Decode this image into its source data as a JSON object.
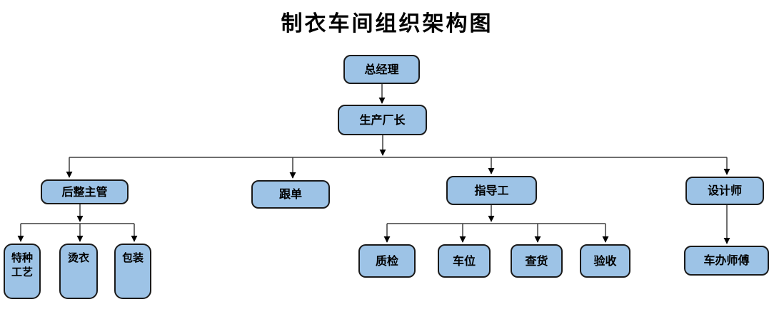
{
  "title": "制衣车间组织架构图",
  "colors": {
    "node_fill": "#9DC3E6",
    "node_border": "#1A1A1A",
    "connector": "#3F3F3F",
    "arrowhead": "#000000",
    "text": "#000000",
    "background": "#FFFFFF"
  },
  "nodes": {
    "general_manager": {
      "label": "总经理"
    },
    "production_director": {
      "label": "生产厂长"
    },
    "finishing_supervisor": {
      "label": "后整主管"
    },
    "merchandiser": {
      "label": "跟单"
    },
    "instructor": {
      "label": "指导工"
    },
    "designer": {
      "label": "设计师"
    },
    "special_craft": {
      "label": "特种工艺"
    },
    "ironing": {
      "label": "烫衣"
    },
    "packaging": {
      "label": "包装"
    },
    "quality_inspection": {
      "label": "质检"
    },
    "sewing_station": {
      "label": "车位"
    },
    "goods_check": {
      "label": "查货"
    },
    "acceptance": {
      "label": "验收"
    },
    "workshop_master": {
      "label": "车办师傅"
    }
  },
  "edges": [
    {
      "from": "general_manager",
      "to": "production_director"
    },
    {
      "from": "production_director",
      "to": "finishing_supervisor"
    },
    {
      "from": "production_director",
      "to": "merchandiser"
    },
    {
      "from": "production_director",
      "to": "instructor"
    },
    {
      "from": "production_director",
      "to": "designer"
    },
    {
      "from": "finishing_supervisor",
      "to": "special_craft"
    },
    {
      "from": "finishing_supervisor",
      "to": "ironing"
    },
    {
      "from": "finishing_supervisor",
      "to": "packaging"
    },
    {
      "from": "instructor",
      "to": "quality_inspection"
    },
    {
      "from": "instructor",
      "to": "sewing_station"
    },
    {
      "from": "instructor",
      "to": "goods_check"
    },
    {
      "from": "instructor",
      "to": "acceptance"
    },
    {
      "from": "designer",
      "to": "workshop_master"
    }
  ]
}
